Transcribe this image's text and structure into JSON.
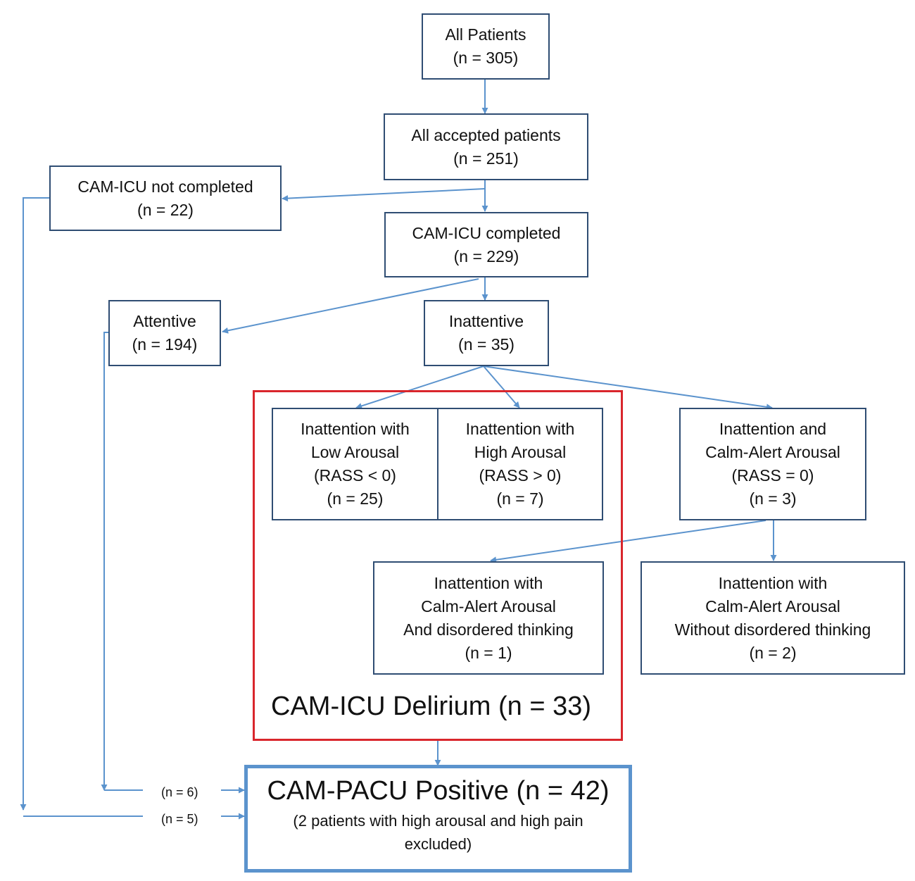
{
  "boxes": {
    "all_patients": {
      "line1": "All Patients",
      "line2": "(n = 305)"
    },
    "accepted": {
      "line1": "All accepted  patients",
      "line2": "(n = 251)"
    },
    "not_completed": {
      "line1": "CAM-ICU not completed",
      "line2": "(n = 22)"
    },
    "completed": {
      "line1": "CAM-ICU completed",
      "line2": "(n = 229)"
    },
    "attentive": {
      "line1": "Attentive",
      "line2": "(n = 194)"
    },
    "inattentive": {
      "line1": "Inattentive",
      "line2": "(n = 35)"
    },
    "low_arousal": {
      "line1": "Inattention  with",
      "line2": "Low Arousal",
      "line3": "(RASS < 0)",
      "line4": "(n = 25)"
    },
    "high_arousal": {
      "line1": "Inattention  with",
      "line2": "High Arousal",
      "line3": "(RASS > 0)",
      "line4": "(n = 7)"
    },
    "calm_alert": {
      "line1": "Inattention  and",
      "line2": "Calm-Alert Arousal",
      "line3": "(RASS = 0)",
      "line4": "(n = 3)"
    },
    "with_disordered": {
      "line1": "Inattention  with",
      "line2": "Calm-Alert Arousal",
      "line3": "And  disordered  thinking",
      "line4": "(n = 1)"
    },
    "without_disordered": {
      "line1": "Inattention  with",
      "line2": "Calm-Alert Arousal",
      "line3": "Without disordered  thinking",
      "line4": "(n = 2)"
    }
  },
  "delirium_region": {
    "title": "CAM-ICU Delirium (n = 33)"
  },
  "final_box": {
    "title": "CAM-PACU Positive (n = 42)",
    "note_line1": "(2 patients  with  high arousal and  high pain",
    "note_line2": "excluded)"
  },
  "side_counts": {
    "from_attentive": "(n = 6)",
    "from_not_completed": "(n = 5)"
  },
  "colors": {
    "box_border": "#2f4d73",
    "arrow": "#5b93cd",
    "delirium_border": "#d9262c",
    "final_border": "#5b93cd"
  }
}
